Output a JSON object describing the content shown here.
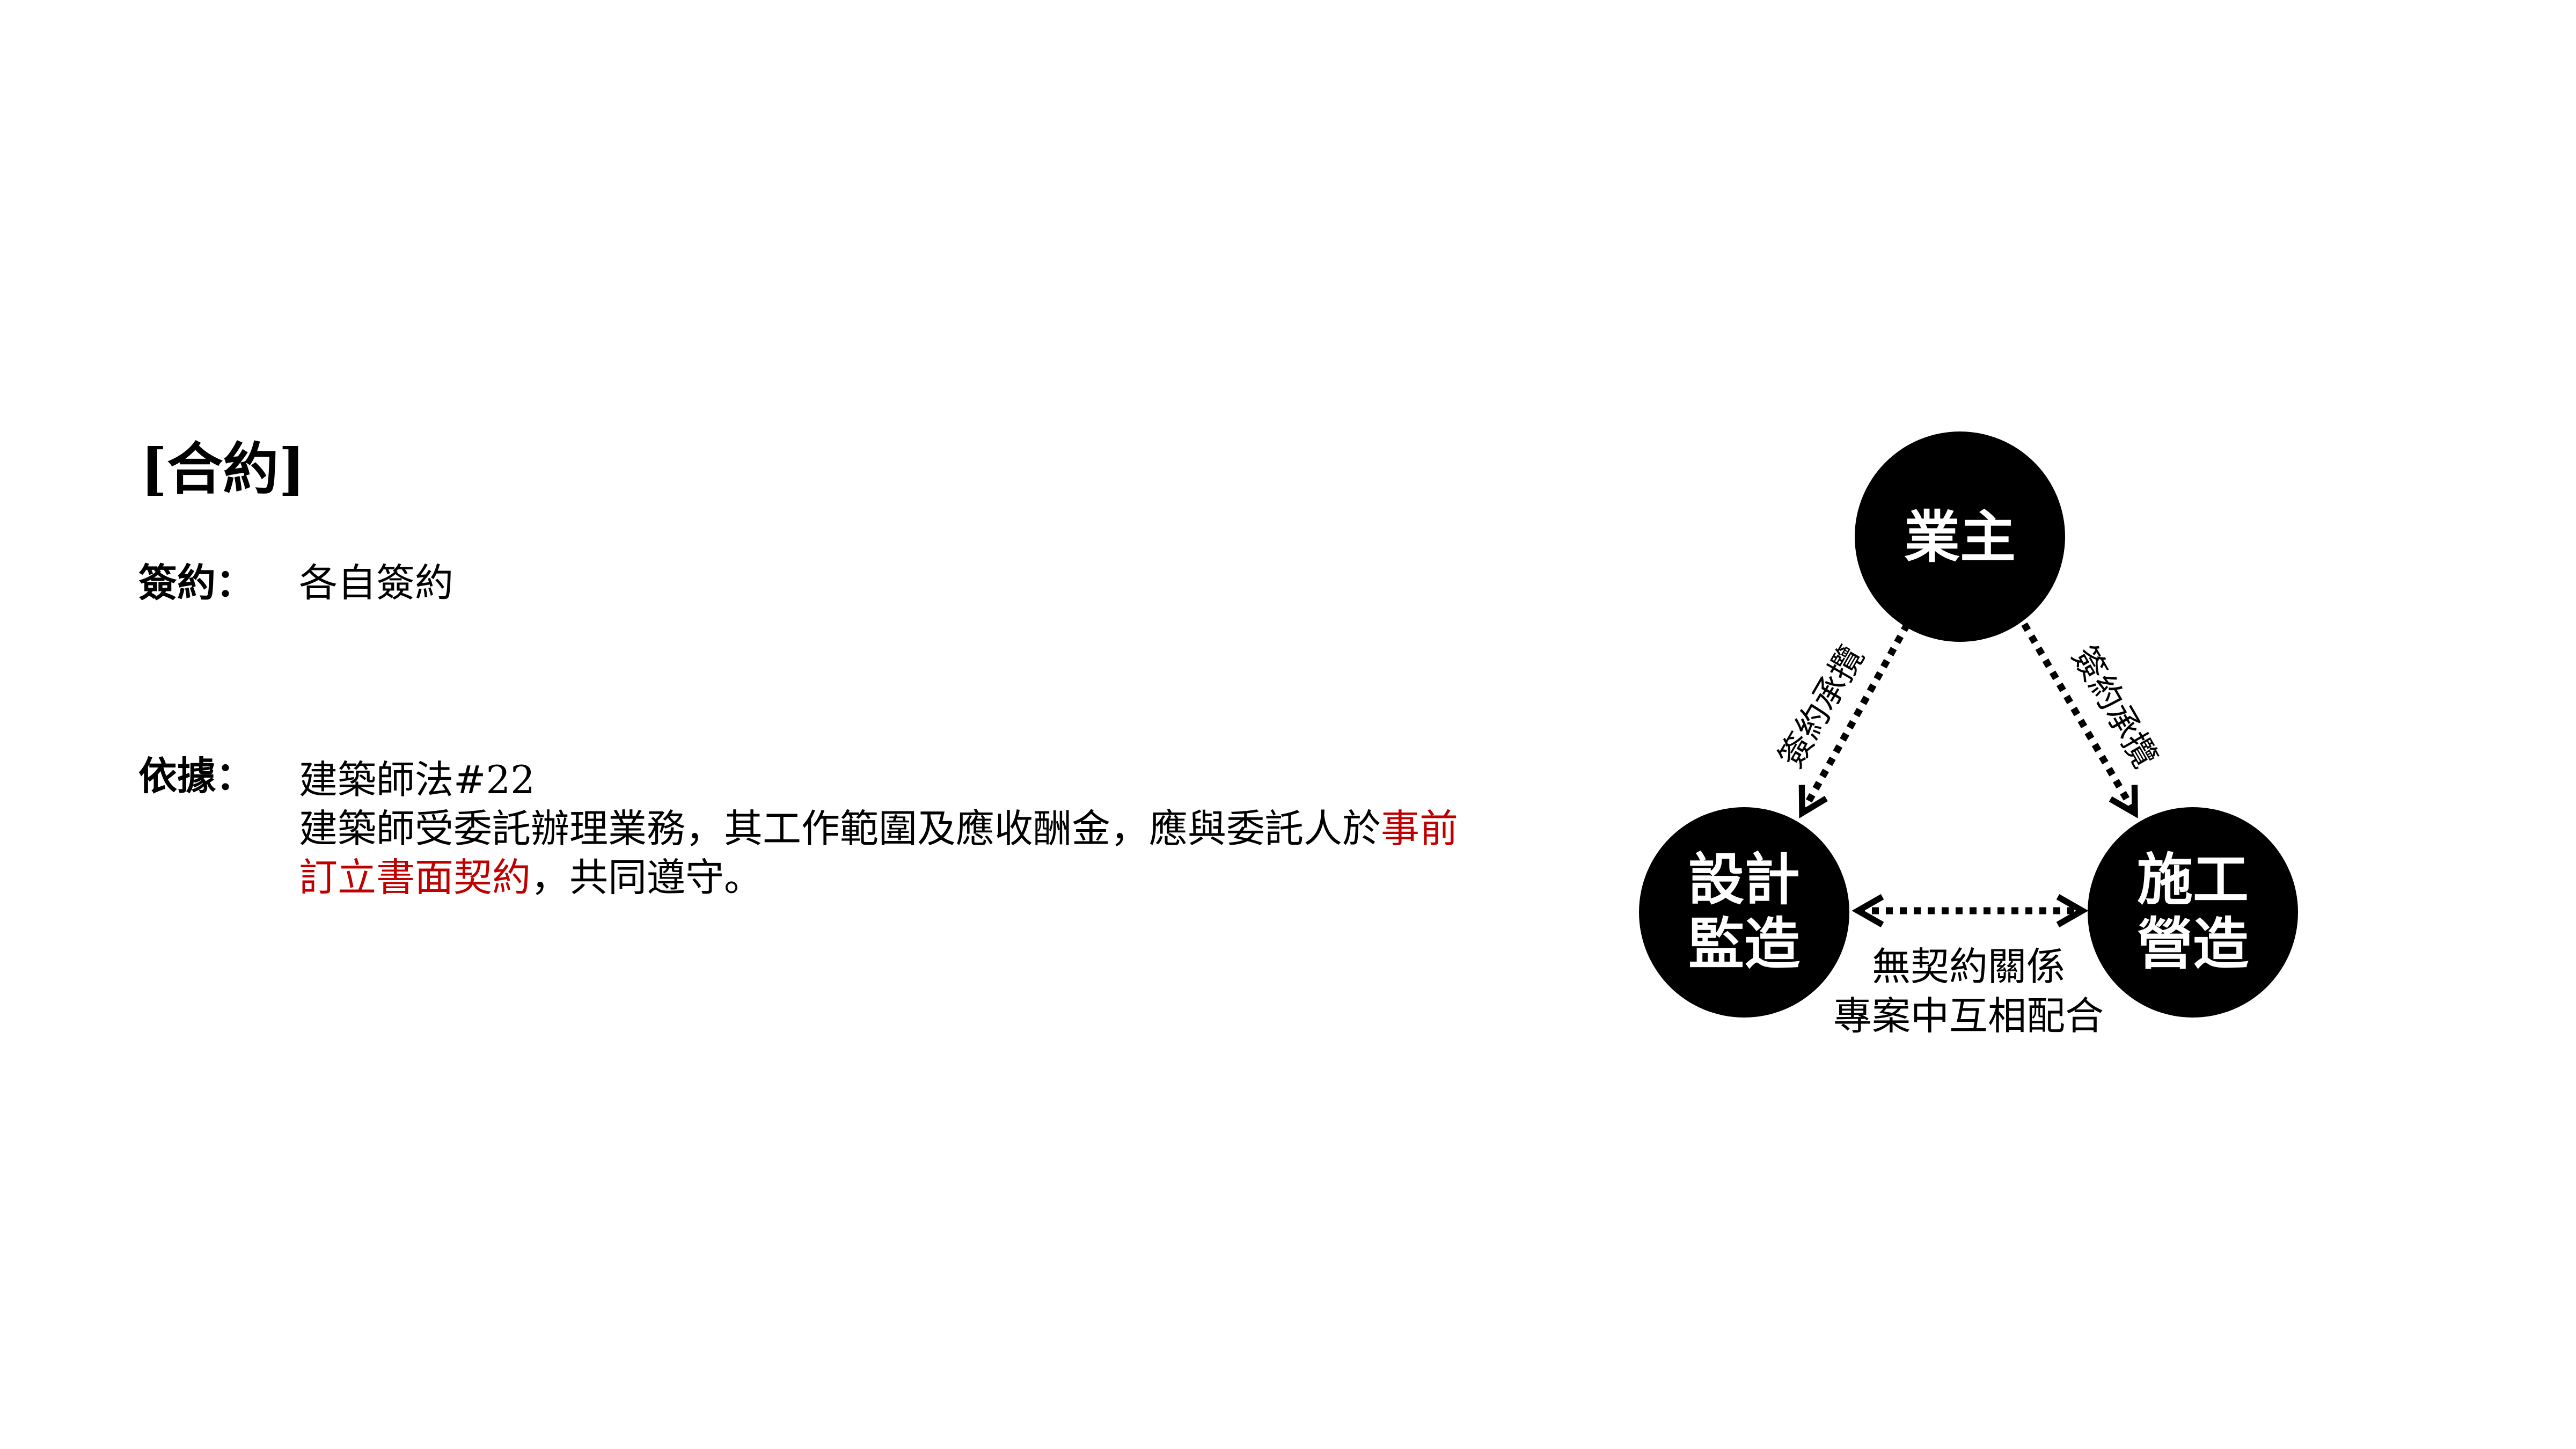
{
  "title": "[合約]",
  "signing": {
    "label": "簽約：",
    "value": "各自簽約"
  },
  "basis": {
    "label": "依據：",
    "law": "建築師法#22",
    "text_a": "建築師受委託辦理業務，其工作範圍及應收酬金，應與委託人於",
    "text_red_a": "事前",
    "text_red_b": "訂立書面契約",
    "text_b": "，共同遵守。"
  },
  "diagram": {
    "owner": "業主",
    "design_1": "設計",
    "design_2": "監造",
    "construct_1": "施工",
    "construct_2": "營造",
    "edge_left": "簽約承攬",
    "edge_right": "簽約承攬",
    "note_1": "無契約關係",
    "note_2": "專案中互相配合"
  },
  "colors": {
    "highlight": "#c00000",
    "node": "#000000"
  }
}
